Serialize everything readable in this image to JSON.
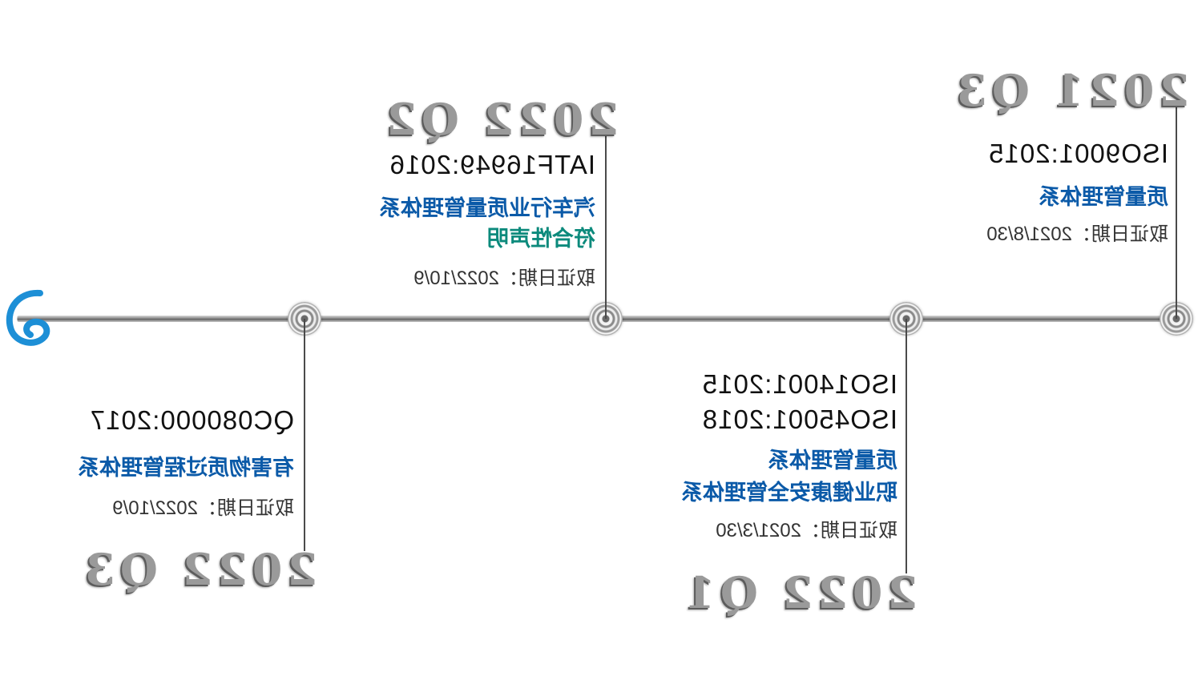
{
  "colors": {
    "line": "#777777",
    "blue": "#0b5aa8",
    "teal": "#0c8a7c",
    "logo": "#1d8fd6",
    "quarter_text": "#9a9a9a"
  },
  "logo": {
    "icon": "swirl-logo-icon"
  },
  "milestones": [
    {
      "quarter": "2021 Q3",
      "standards": [
        "ISO9001:2015"
      ],
      "systems": [
        {
          "text": "质量管理体系",
          "color": "blue"
        }
      ],
      "date": "取证日期：2021/8/30"
    },
    {
      "quarter": "2022 Q1",
      "standards": [
        "ISO14001:2015",
        "ISO45001:2018"
      ],
      "systems": [
        {
          "text": "质量管理体系",
          "color": "blue"
        },
        {
          "text": "职业健康安全管理体系",
          "color": "blue"
        }
      ],
      "date": "取证日期：2021/3/30"
    },
    {
      "quarter": "2022 Q2",
      "standards": [
        "IATF16949:2016"
      ],
      "systems": [
        {
          "text": "汽车行业质量管理体系",
          "color": "blue"
        },
        {
          "text": "符合性声明",
          "color": "teal"
        }
      ],
      "date": "取证日期：2022/10/9"
    },
    {
      "quarter": "2022 Q3",
      "standards": [
        "QC080000:2017"
      ],
      "systems": [
        {
          "text": "有害物质过程管理体系",
          "color": "blue"
        }
      ],
      "date": "取证日期：2022/10/9"
    }
  ]
}
